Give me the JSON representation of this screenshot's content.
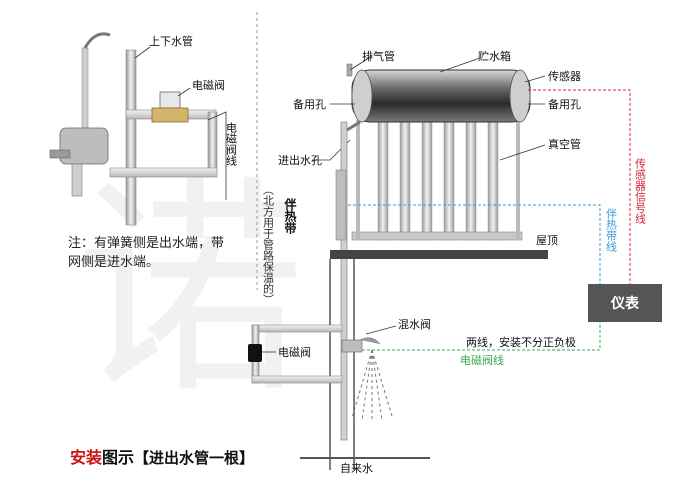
{
  "watermark": "诺",
  "labels": {
    "up_down_pipe": "上下水管",
    "solenoid_valve_top": "电磁阀",
    "solenoid_wire_v": "电磁阀线",
    "note_line1": "注：有弹簧侧是出水端，带",
    "note_line2": "网侧是进水端。",
    "exhaust_pipe": "排气管",
    "water_tank": "贮水箱",
    "sensor": "传感器",
    "spare_hole_left": "备用孔",
    "spare_hole_right": "备用孔",
    "inlet_outlet_hole": "进出水孔",
    "vacuum_tube": "真空管",
    "north_note": "（北方用于管路保温的）",
    "heat_band_v": "伴热带",
    "roof": "屋顶",
    "heat_band_line_v": "伴热带线",
    "sensor_signal_line_v": "传感器信号线",
    "meter": "仪表",
    "mixing_valve": "混水阀",
    "solenoid_valve_bottom": "电磁阀",
    "two_wire_note": "两线，安装不分正负极",
    "solenoid_wire": "电磁阀线",
    "tap_water": "自来水",
    "title_a": "安装",
    "title_b": "图示",
    "title_c": "【进出水管一根】"
  },
  "colors": {
    "sensor_line": "#d9263a",
    "heat_line": "#3a9bd8",
    "solenoid_line": "#39a84a",
    "title_red": "#cc1111",
    "pipe_gray": "#d6d6d6",
    "roof_dark": "#444444",
    "meter_box": "#555555"
  }
}
